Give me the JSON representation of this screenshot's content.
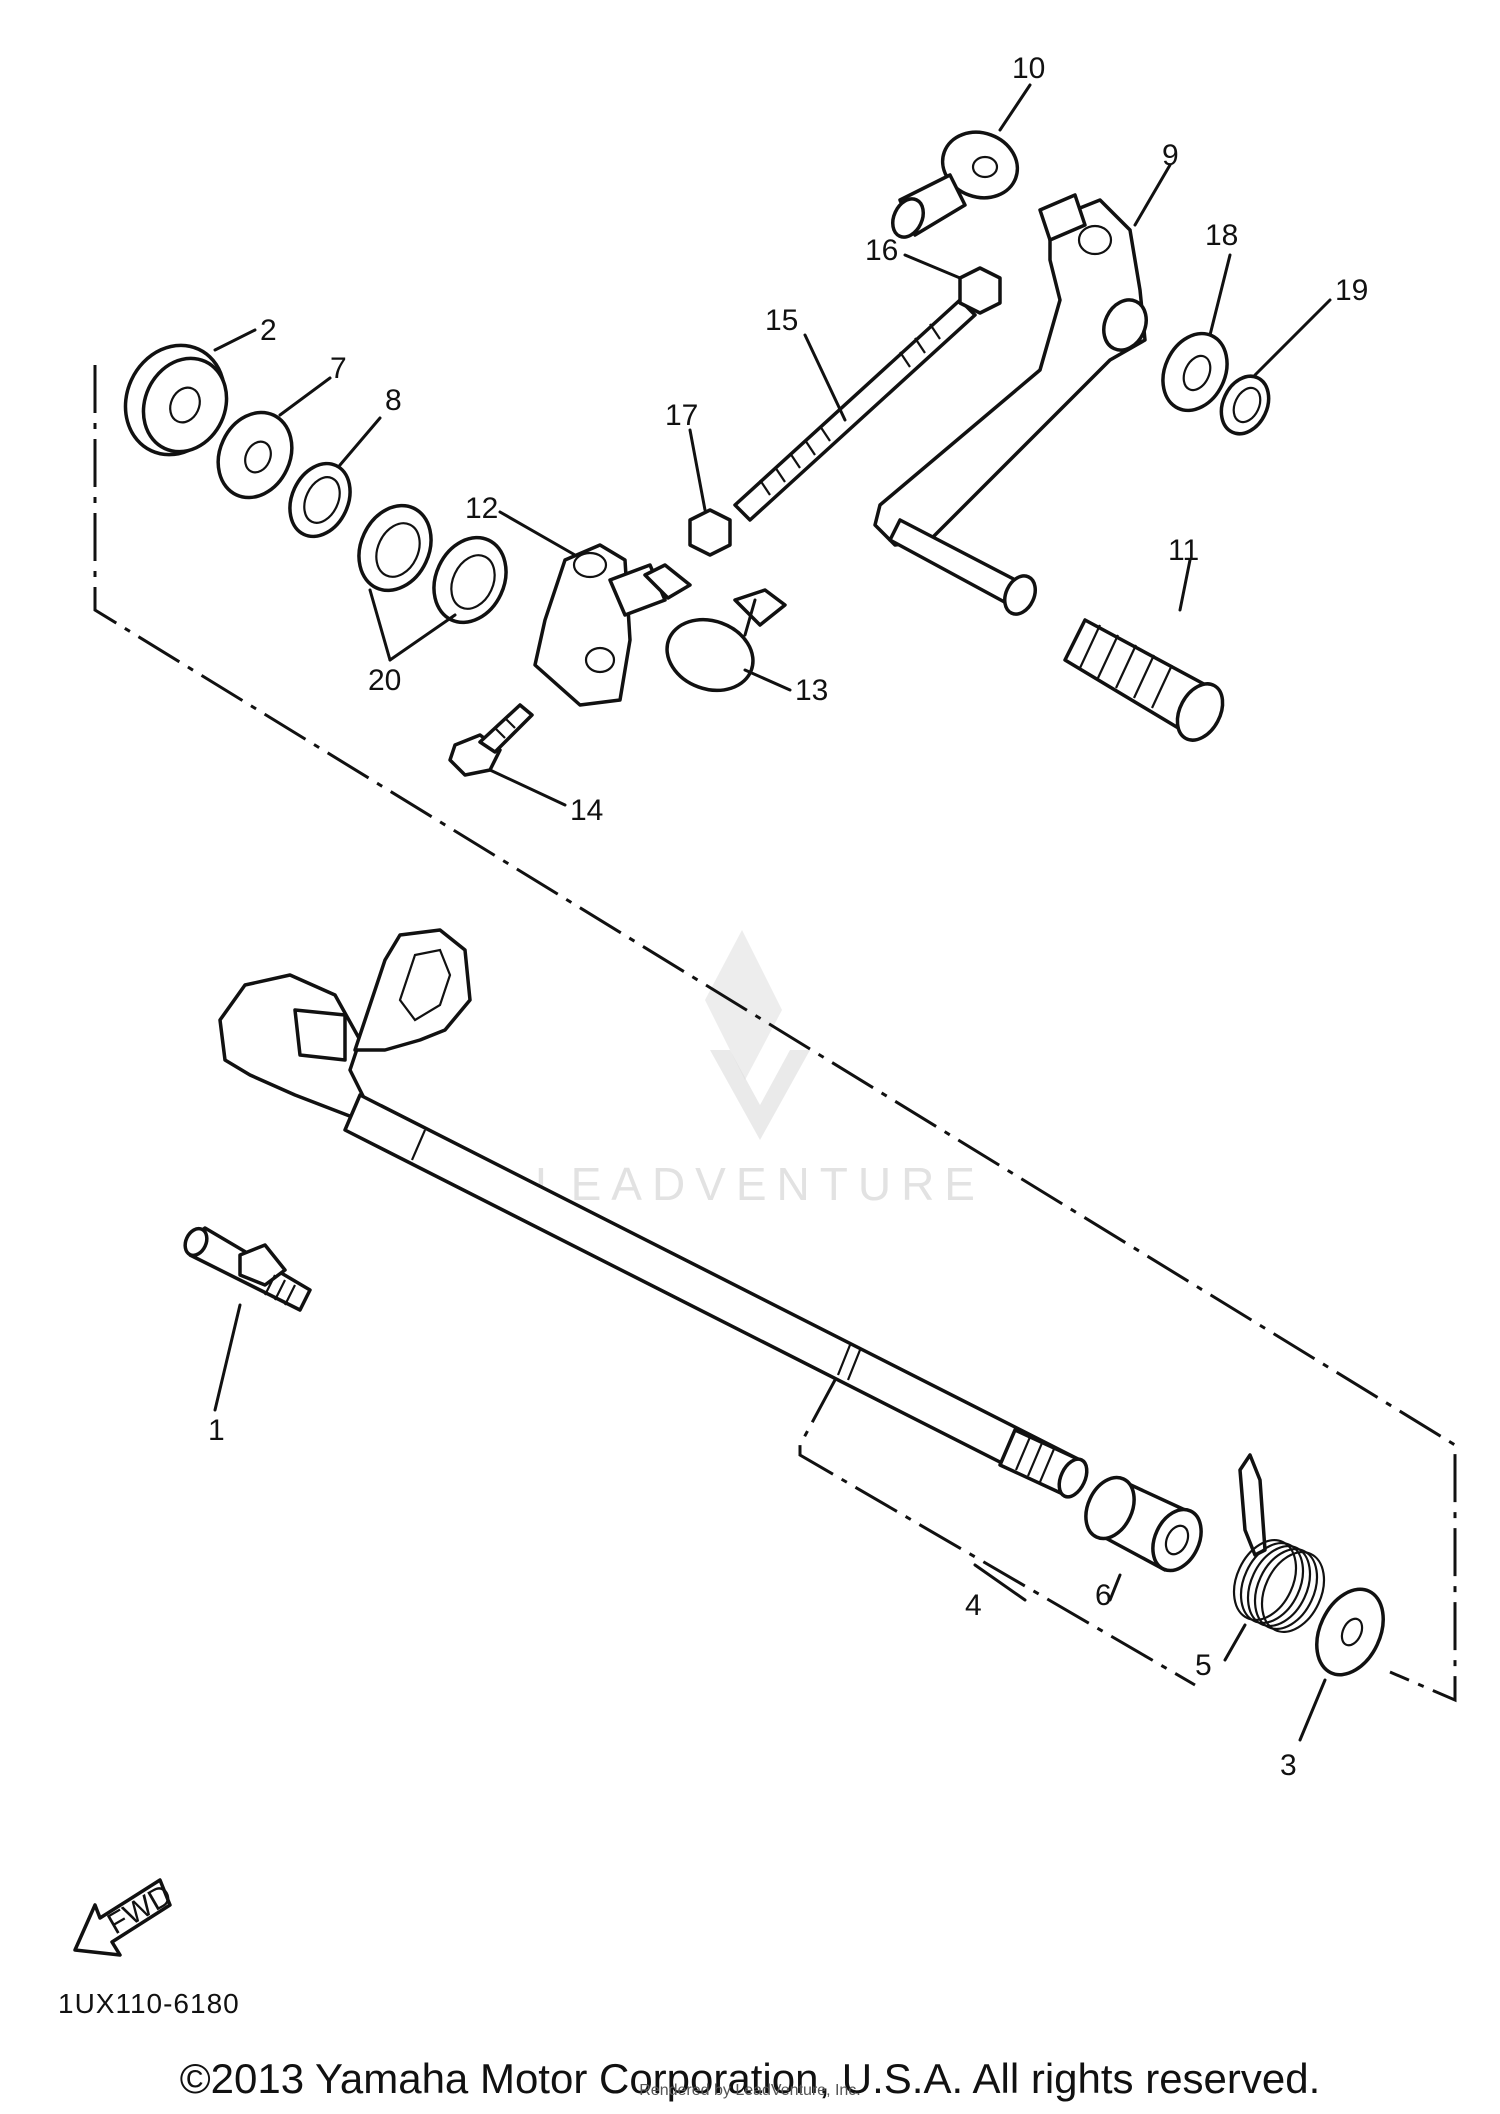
{
  "diagram": {
    "part_numbers": [
      "1",
      "2",
      "3",
      "4",
      "5",
      "6",
      "7",
      "8",
      "9",
      "10",
      "11",
      "12",
      "13",
      "14",
      "15",
      "16",
      "17",
      "18",
      "19",
      "20"
    ],
    "forward_label": "FWD",
    "diagram_code": "1UX110-6180",
    "watermark": "LEADVENTURE",
    "copyright": "©2013 Yamaha Motor Corporation, U.S.A. All rights reserved.",
    "rendered_by": "Rendered by LeadVenture, Inc."
  }
}
